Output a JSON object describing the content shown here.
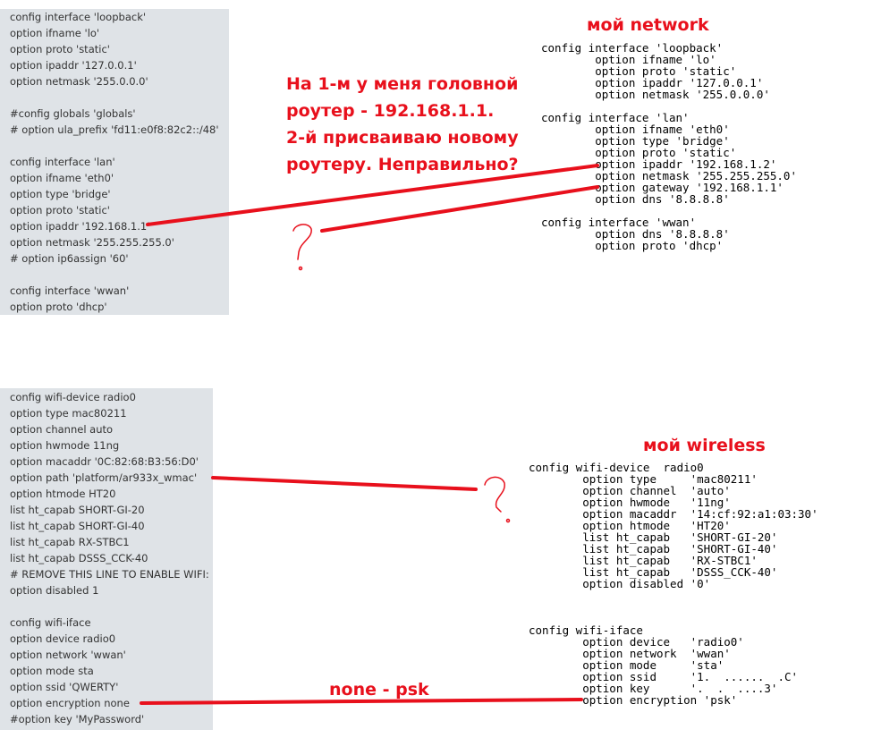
{
  "left_top_panel": {
    "lines": [
      "config interface 'loopback'",
      "option ifname 'lo'",
      "option proto 'static'",
      "option ipaddr '127.0.0.1'",
      "option netmask '255.0.0.0'",
      "",
      "#config globals 'globals'",
      "# option ula_prefix 'fd11:e0f8:82c2::/48'",
      "",
      "config interface 'lan'",
      "option ifname 'eth0'",
      "option type 'bridge'",
      "option proto 'static'",
      "option ipaddr '192.168.1.1'",
      "option netmask '255.255.255.0'",
      "# option ip6assign '60'",
      "",
      "config interface 'wwan'",
      "option proto 'dhcp'"
    ]
  },
  "left_bottom_panel": {
    "lines": [
      "config wifi-device radio0",
      "option type mac80211",
      "option channel auto",
      "option hwmode 11ng",
      "option macaddr '0C:82:68:B3:56:D0'",
      "option path 'platform/ar933x_wmac'",
      "option htmode HT20",
      "list ht_capab SHORT-GI-20",
      "list ht_capab SHORT-GI-40",
      "list ht_capab RX-STBC1",
      "list ht_capab DSSS_CCK-40",
      "# REMOVE THIS LINE TO ENABLE WIFI:",
      "option disabled 1",
      "",
      "config wifi-iface",
      "option device radio0",
      "option network 'wwan'",
      "option mode sta",
      "option ssid 'QWERTY'",
      "option encryption none",
      "#option key 'MyPassword'"
    ]
  },
  "annotations": {
    "network_title": "мой network",
    "wireless_title": "мой wireless",
    "question_lines": [
      "На 1-м у меня головной",
      "роутер - 192.168.1.1.",
      "2-й присваиваю новому",
      "роутеру. Неправильно?"
    ],
    "none_psk": "none - psk",
    "question_mark": "?"
  },
  "right_network": {
    "lines": [
      "config interface 'loopback'",
      "        option ifname 'lo'",
      "        option proto 'static'",
      "        option ipaddr '127.0.0.1'",
      "        option netmask '255.0.0.0'",
      "",
      "config interface 'lan'",
      "        option ifname 'eth0'",
      "        option type 'bridge'",
      "        option proto 'static'",
      "        option ipaddr '192.168.1.2'",
      "        option netmask '255.255.255.0'",
      "        option gateway '192.168.1.1'",
      "        option dns '8.8.8.8'",
      "",
      "config interface 'wwan'",
      "        option dns '8.8.8.8'",
      "        option proto 'dhcp'"
    ]
  },
  "right_wireless_device": {
    "lines": [
      "config wifi-device  radio0",
      "        option type     'mac80211'",
      "        option channel  'auto'",
      "        option hwmode   '11ng'",
      "        option macaddr  '14:cf:92:a1:03:30'",
      "        option htmode   'HT20'",
      "        list ht_capab   'SHORT-GI-20'",
      "        list ht_capab   'SHORT-GI-40'",
      "        list ht_capab   'RX-STBC1'",
      "        list ht_capab   'DSSS_CCK-40'",
      "        option disabled '0'"
    ]
  },
  "right_wireless_iface": {
    "lines": [
      "config wifi-iface",
      "        option device   'radio0'",
      "        option network  'wwan'",
      "        option mode     'sta'",
      "        option ssid     '1.  ......  .C'",
      "        option key      '.  .  ....3'",
      "        option encryption 'psk'"
    ]
  },
  "colors": {
    "panel": "#dfe3e7",
    "annotation_red": "#e8101c"
  }
}
